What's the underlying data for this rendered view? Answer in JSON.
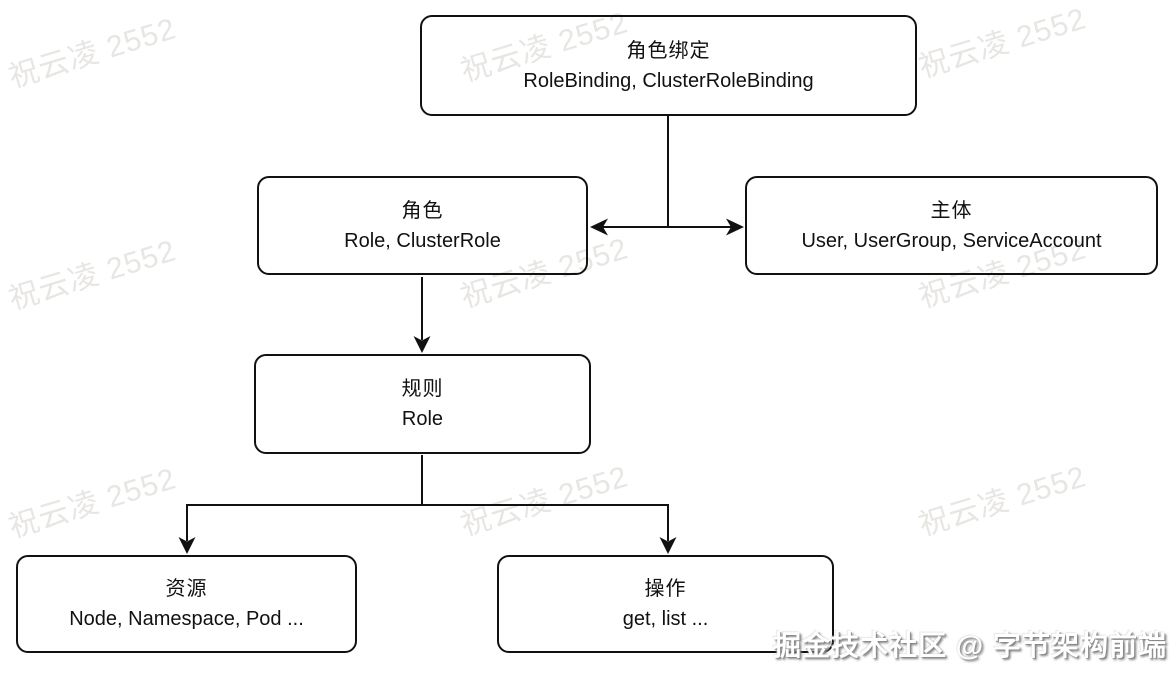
{
  "diagram": {
    "title_hint": "Kubernetes RBAC concept diagram",
    "nodes": [
      {
        "id": "role-binding",
        "zh": "角色绑定",
        "en": "RoleBinding, ClusterRoleBinding"
      },
      {
        "id": "role",
        "zh": "角色",
        "en": "Role, ClusterRole"
      },
      {
        "id": "subject",
        "zh": "主体",
        "en": "User, UserGroup, ServiceAccount"
      },
      {
        "id": "rule",
        "zh": "规则",
        "en": "Role"
      },
      {
        "id": "resource",
        "zh": "资源",
        "en": "Node, Namespace, Pod ..."
      },
      {
        "id": "operation",
        "zh": "操作",
        "en": "get, list ..."
      }
    ],
    "edges": [
      {
        "from": "role-binding",
        "to": "role",
        "arrow": "to"
      },
      {
        "from": "role-binding",
        "to": "subject",
        "arrow": "to"
      },
      {
        "from": "role",
        "to": "rule",
        "arrow": "to"
      },
      {
        "from": "rule",
        "to": "resource",
        "arrow": "to"
      },
      {
        "from": "rule",
        "to": "operation",
        "arrow": "to"
      }
    ]
  },
  "watermark": {
    "text": "祝云凌 2552"
  },
  "credit": {
    "text": "掘金技术社区 @ 字节架构前端"
  },
  "colors": {
    "line": "#111111",
    "text": "#111111",
    "background": "#ffffff",
    "watermark": "#b2ada2",
    "credit": "#ffffff"
  }
}
